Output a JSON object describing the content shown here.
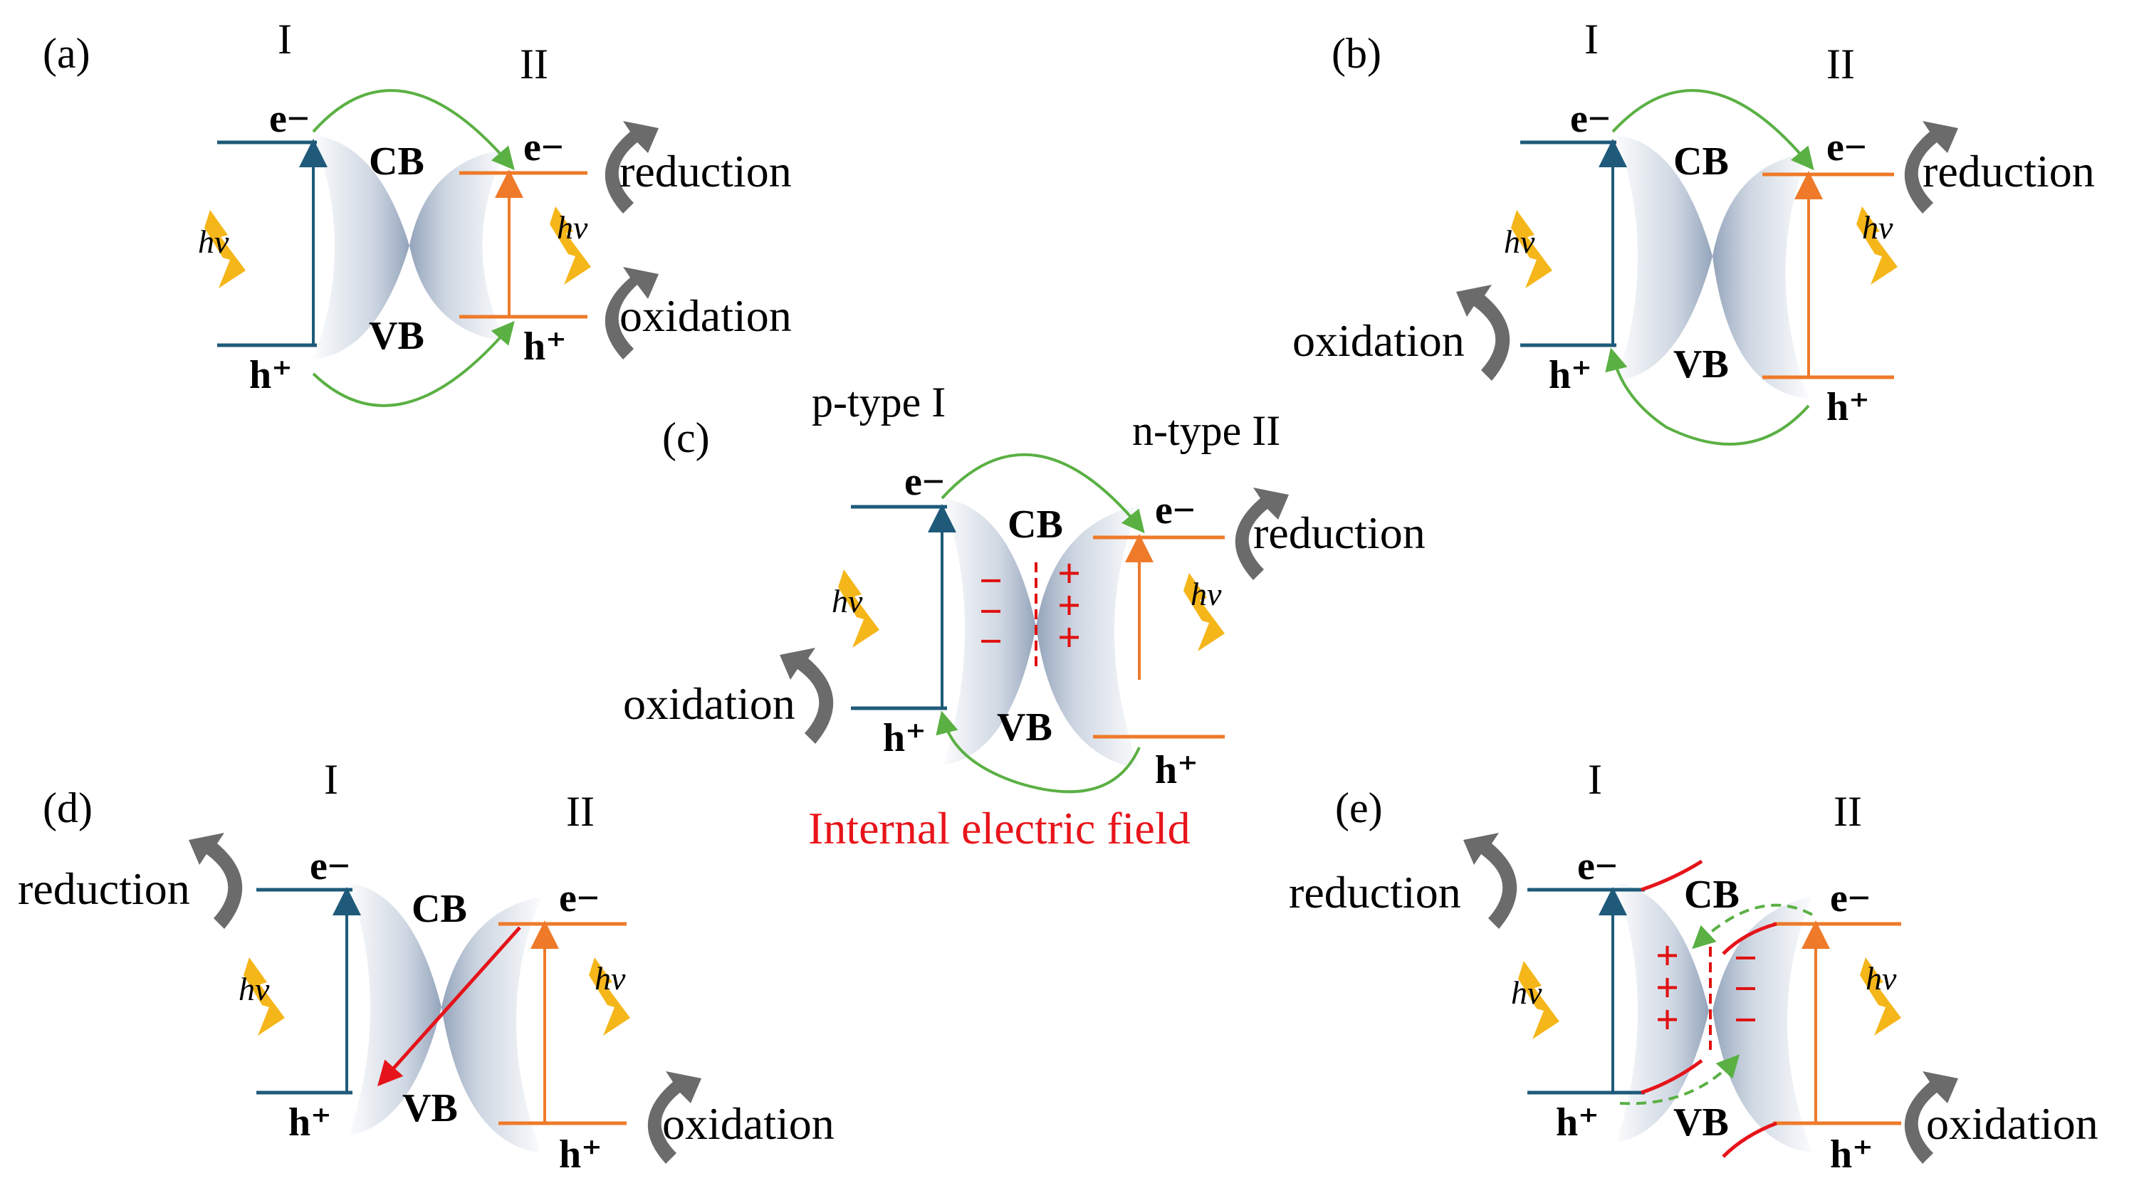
{
  "labels": {
    "a": "(a)",
    "b": "(b)",
    "c": "(c)",
    "d": "(d)",
    "e": "(e)",
    "I": "I",
    "II": "II",
    "p_type_I": "p-type I",
    "n_type_II": "n-type II",
    "CB": "CB",
    "VB": "VB",
    "electron": "e−",
    "hole": "h⁺",
    "hv": "hv",
    "reduction": "reduction",
    "oxidation": "oxidation",
    "plus": "+",
    "minus": "−",
    "internal_field": "Internal electric field"
  },
  "colors": {
    "semiconductor_I": "#1f5a7a",
    "semiconductor_II": "#ee7a2a",
    "transfer_arrow": "#5ab043",
    "recombination_arrow": "#e5141a",
    "charge": "#e01010",
    "curved_arrow": "#6b6b6b",
    "lightning": "#f5b61a",
    "lens_fill": "#a9b8cc"
  }
}
